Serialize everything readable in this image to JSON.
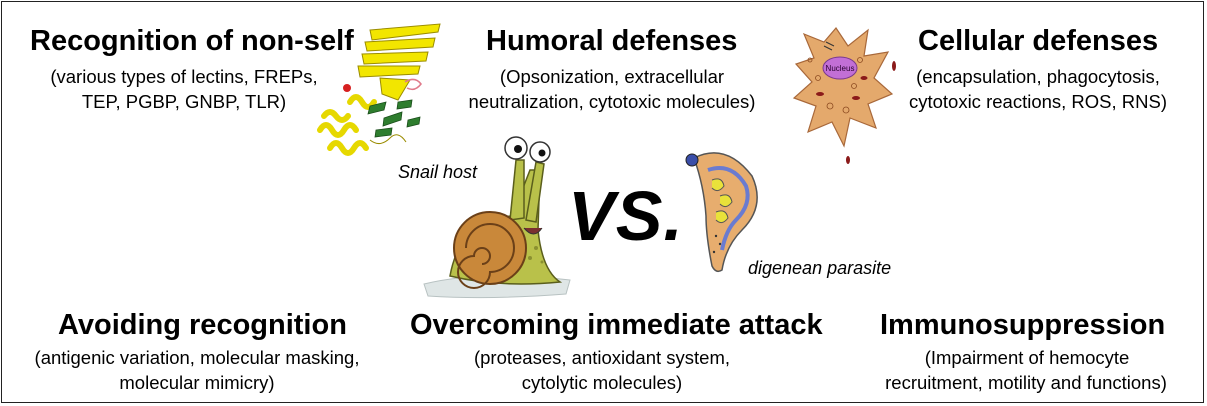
{
  "recognition": {
    "title": "Recognition of non-self",
    "line1": "(various types of lectins, FREPs,",
    "line2": "TEP, PGBP, GNBP, TLR)"
  },
  "humoral": {
    "title": "Humoral defenses",
    "line1": "(Opsonization, extracellular",
    "line2": "neutralization, cytotoxic molecules)"
  },
  "cellular": {
    "title": "Cellular defenses",
    "line1": "(encapsulation, phagocytosis,",
    "line2": "cytotoxic reactions, ROS, RNS)"
  },
  "center": {
    "snail_label": "Snail host",
    "vs": "VS.",
    "parasite_label": "digenean parasite",
    "nucleus_label": "Nucleus"
  },
  "avoiding": {
    "title": "Avoiding recognition",
    "line1": "(antigenic variation, molecular masking,",
    "line2": "molecular mimicry)"
  },
  "overcoming": {
    "title": "Overcoming immediate attack",
    "line1": "(proteases, antioxidant system,",
    "line2": "cytolytic molecules)"
  },
  "immuno": {
    "title": "Immunosuppression",
    "line1": "(Impairment of hemocyte",
    "line2": "recruitment, motility and functions)"
  }
}
